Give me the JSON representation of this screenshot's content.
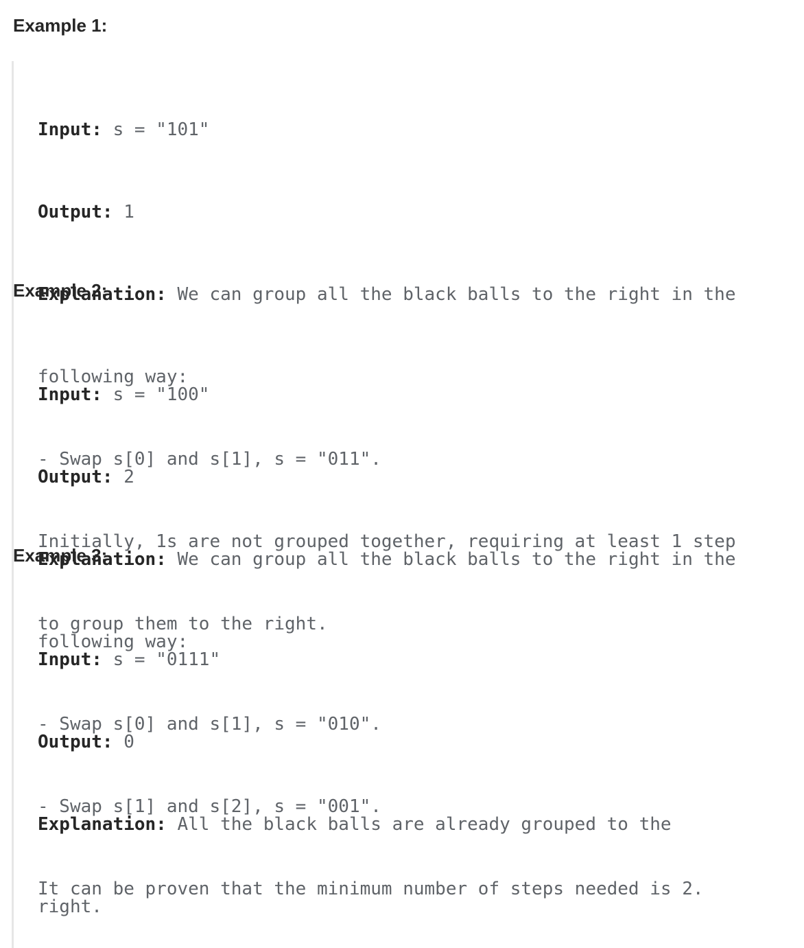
{
  "examples": [
    {
      "heading": "Example 1:",
      "input_label": "Input:",
      "input_value": "s = \"101\"",
      "output_label": "Output:",
      "output_value": "1",
      "explanation_label": "Explanation:",
      "explanation_lines": [
        "We can group all the black balls to the right in the",
        "following way:",
        "- Swap s[0] and s[1], s = \"011\".",
        "Initially, 1s are not grouped together, requiring at least 1 step",
        "to group them to the right."
      ]
    },
    {
      "heading": "Example 2:",
      "input_label": "Input:",
      "input_value": "s = \"100\"",
      "output_label": "Output:",
      "output_value": "2",
      "explanation_label": "Explanation:",
      "explanation_lines": [
        "We can group all the black balls to the right in the",
        "following way:",
        "- Swap s[0] and s[1], s = \"010\".",
        "- Swap s[1] and s[2], s = \"001\".",
        "It can be proven that the minimum number of steps needed is 2."
      ]
    },
    {
      "heading": "Example 3:",
      "input_label": "Input:",
      "input_value": "s = \"0111\"",
      "output_label": "Output:",
      "output_value": "0",
      "explanation_label": "Explanation:",
      "explanation_lines": [
        "All the black balls are already grouped to the",
        "right."
      ]
    }
  ]
}
